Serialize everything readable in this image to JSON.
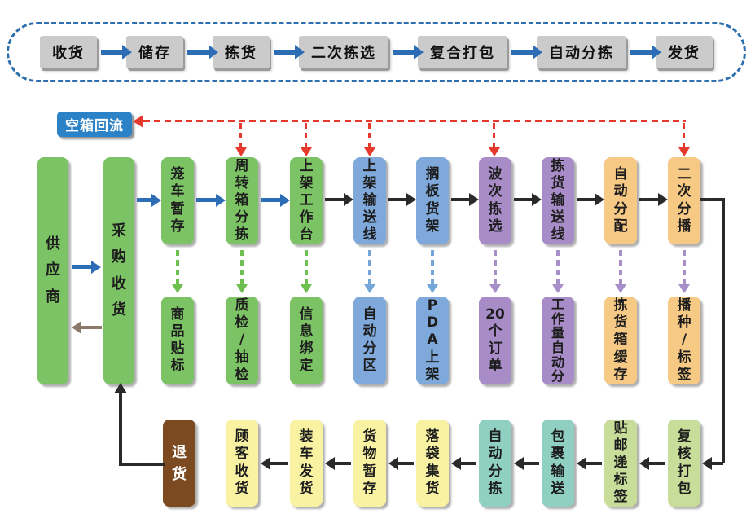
{
  "colors": {
    "green_box": "#7cc365",
    "blue_box": "#7ea9da",
    "purple_box": "#a78cc8",
    "orange_box": "#f6c985",
    "yellow_box": "#f8f2a2",
    "teal_box": "#8fd0c2",
    "lightgreen_box": "#c8dd99",
    "brown_box": "#7b4a20",
    "gray_box": "#cbcbcb",
    "gray_box_shadow": "#9b9b9b",
    "return_box": "#2c82c6",
    "strip_border": "#2e6fad",
    "arrow_blue": "#2d6db5",
    "arrow_black": "#2a2a2a",
    "arrow_gray": "#8b7a67",
    "arrow_red": "#e6392d",
    "dash_green": "#6dbf4f",
    "dash_blue": "#74a7d8",
    "dash_purple": "#a78fc9",
    "text_dark": "#1d1d1d",
    "text_light": "#ffffff"
  },
  "top_flow": {
    "steps": [
      "收货",
      "储存",
      "拣货",
      "二次拣选",
      "复合打包",
      "自动分拣",
      "发货"
    ]
  },
  "diagram": {
    "return_label": "空箱回流",
    "left": {
      "supplier": "供应商",
      "purchase_receiving": "采购收货"
    },
    "row1": [
      "笼车暂存",
      "周转箱分拣",
      "上架工作台",
      "上架输送线",
      "搁板货架",
      "波次拣选",
      "拣货输送线",
      "自动分配",
      "二次分播"
    ],
    "row2": [
      "商品贴标",
      "质检/抽检",
      "信息绑定",
      "自动分区",
      "PDA上架",
      "20个订单",
      "工作量自动分",
      "拣货箱缓存",
      "播种/标签"
    ],
    "row3": [
      "退货",
      "顾客收货",
      "装车发货",
      "货物暂存",
      "落袋集货",
      "自动分拣",
      "包裹输送",
      "贴邮递标签",
      "复核打包"
    ]
  }
}
